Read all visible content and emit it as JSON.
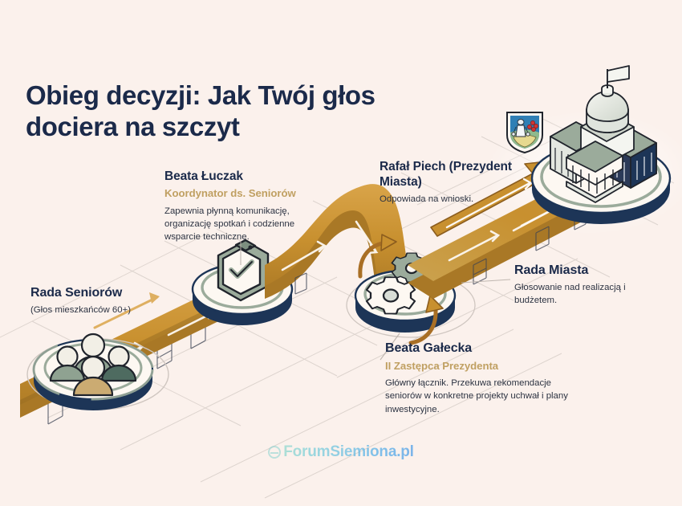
{
  "page": {
    "background_color": "#fbf1ec",
    "title_color": "#1b2a4a",
    "accent_color": "#c0a062",
    "road_color": "#c8902f",
    "platform_top_color": "#9bab9b",
    "platform_base_color": "#1d3557"
  },
  "title": "Obieg decyzji: Jak Twój głos dociera na szczyt",
  "callouts": [
    {
      "id": "rada-seniorow",
      "name": "Rada Seniorów",
      "role": "",
      "sub": "(Głos mieszkańców 60+)",
      "desc": ""
    },
    {
      "id": "beata-luczak",
      "name": "Beata Łuczak",
      "role": "Koordynator ds. Seniorów",
      "sub": "",
      "desc": "Zapewnia płynną komunikację, organizację spotkań i codzienne wsparcie techniczne."
    },
    {
      "id": "rafal-piech",
      "name": "Rafał Piech (Prezydent Miasta)",
      "role": "",
      "sub": "Odpowiada na wnioski.",
      "desc": ""
    },
    {
      "id": "rada-miasta",
      "name": "Rada Miasta",
      "role": "",
      "sub": "Głosowanie nad realizacją i budżetem.",
      "desc": ""
    },
    {
      "id": "beata-galecka",
      "name": "Beata Gałecka",
      "role": "II Zastępca Prezydenta",
      "sub": "",
      "desc": "Główny łącznik. Przekuwa rekomendacje seniorów w konkretne projekty uchwał i plany inwestycyjne."
    }
  ],
  "icons": {
    "people": "group-of-people-icon",
    "clipboard": "clipboard-check-icon",
    "gears": "gears-icon",
    "cityhall": "city-hall-icon",
    "crest": "city-coat-of-arms-icon",
    "flag": "flag-icon"
  },
  "footer": {
    "logo_text": "ForumSiemiona.pl",
    "logo_mark": "globe-icon"
  }
}
